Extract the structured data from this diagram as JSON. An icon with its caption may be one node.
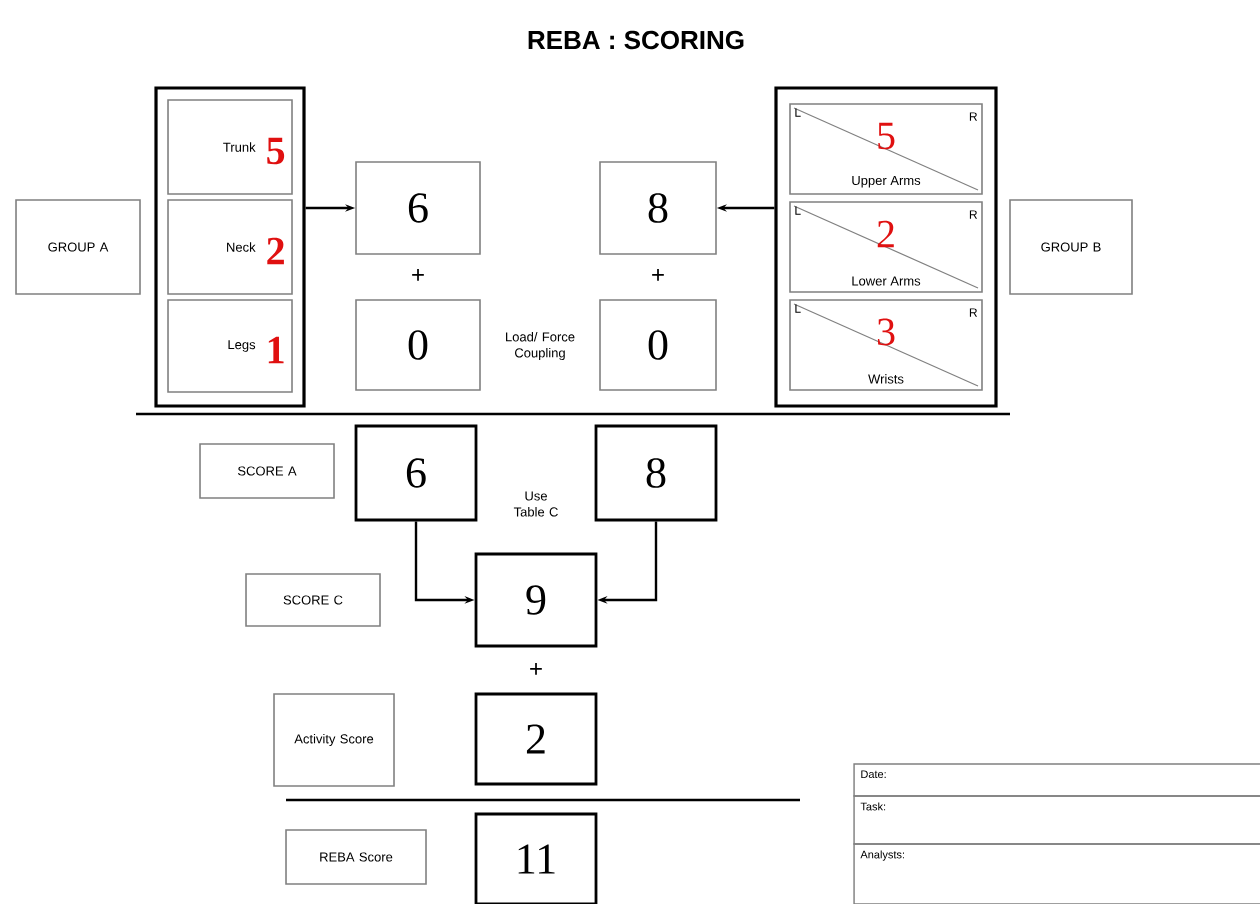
{
  "diagram": {
    "title": "REBA : SCORING",
    "nodes": [
      {
        "text": [
          "GROUP A"
        ]
      },
      {
        "text": [],
        "shape": "box"
      },
      {
        "text": [
          "Trunk",
          "5"
        ],
        "in": 1
      },
      {
        "text": [
          "Neck",
          "2"
        ],
        "in": 1
      },
      {
        "text": [
          "Legs",
          "1"
        ],
        "in": 1
      },
      {
        "text": [
          "6"
        ]
      },
      {
        "text": [
          "0"
        ]
      },
      {
        "text": [
          "8"
        ]
      },
      {
        "text": [
          "0"
        ]
      },
      {
        "text": [],
        "shape": "box"
      },
      {
        "text": [
          "L",
          "R",
          "5",
          "Upper Arms"
        ],
        "in": 9
      },
      {
        "text": [
          "L",
          "R",
          "2",
          "Lower Arms"
        ],
        "in": 9
      },
      {
        "text": [
          "L",
          "R",
          "3",
          "Wrists"
        ],
        "in": 9
      },
      {
        "text": [
          "GROUP B"
        ]
      },
      {
        "text": [
          "SCORE A"
        ]
      },
      {
        "text": [
          "6"
        ]
      },
      {
        "text": [
          "8"
        ]
      },
      {
        "text": [
          "SCORE C"
        ]
      },
      {
        "text": [
          "9"
        ]
      },
      {
        "text": [
          "Activity Score"
        ]
      },
      {
        "text": [
          "2"
        ]
      },
      {
        "text": [
          "REBA Score"
        ]
      },
      {
        "text": [
          "11"
        ]
      },
      {
        "text": [
          "Date:"
        ]
      },
      {
        "text": [
          "Task:"
        ]
      },
      {
        "text": [
          "Analysts:"
        ]
      }
    ],
    "edges": [
      {
        "from": 1,
        "to": 5,
        "arrow": "to"
      },
      {
        "from": 9,
        "to": 7,
        "arrow": "to"
      },
      {
        "from": 15,
        "to": 18,
        "arrow": "to"
      },
      {
        "from": 16,
        "to": 18,
        "arrow": "to"
      }
    ],
    "labels": [
      "+",
      "+",
      "Load/ Force Coupling",
      "Use Table C",
      "+"
    ]
  }
}
